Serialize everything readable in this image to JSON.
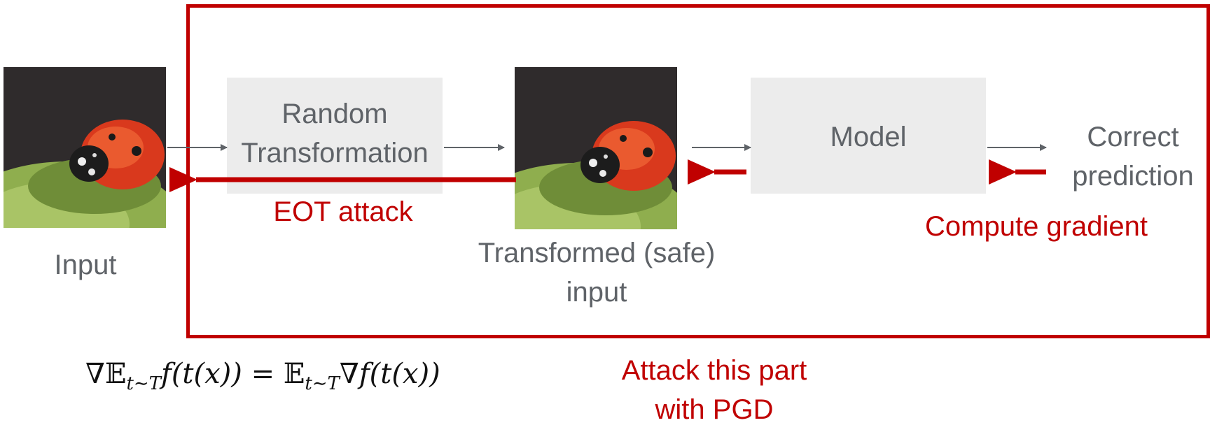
{
  "nodes": {
    "input_label": "Input",
    "random_transformation": [
      "Random",
      "Transformation"
    ],
    "transformed_label": [
      "Transformed (safe)",
      "input"
    ],
    "model_label": "Model",
    "correct_prediction": [
      "Correct",
      "prediction"
    ]
  },
  "annotations": {
    "eot_attack": "EOT attack",
    "compute_gradient": "Compute gradient",
    "attack_part": [
      "Attack this part",
      "with PGD"
    ]
  },
  "formula": {
    "lhs_nabla": "∇",
    "lhs_E": "𝔼",
    "lhs_sub": "t∼T",
    "lhs_rest": "f(t(x)) = ",
    "rhs_E": "𝔼",
    "rhs_sub": "t∼T",
    "rhs_rest": "∇f(t(x))"
  },
  "colors": {
    "accent_red": "#c00000",
    "gray_text": "#5f6368",
    "box_fill": "#ececec"
  },
  "icons": {
    "input_image": "ladybug-image",
    "transformed_image": "ladybug-image"
  }
}
